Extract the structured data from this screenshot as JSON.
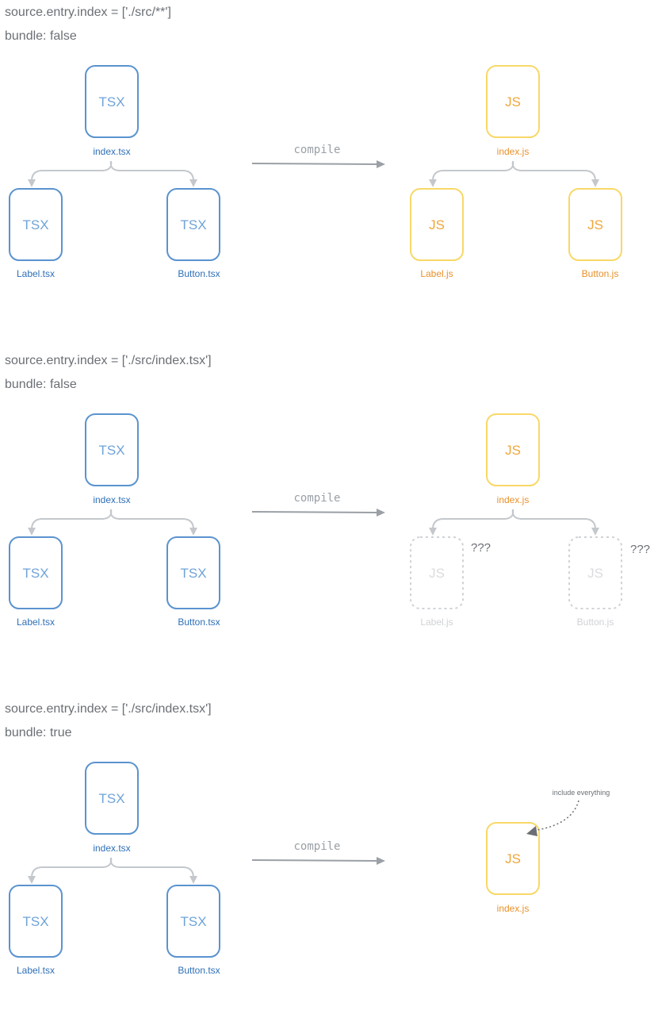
{
  "colors": {
    "tsx_stroke": "#5b93cf",
    "tsx_text": "#6fa3d8",
    "tsx_label": "#2e6fb7",
    "js_stroke": "#f8d867",
    "js_text": "#f0a63a",
    "js_label": "#e8912a",
    "ghost": "#cfd2d6",
    "arrow": "#9aa0a6",
    "branch": "#c4c8cc",
    "heading": "#6b6f75"
  },
  "sections": [
    {
      "entry_line": "source.entry.index = ['./src/**']",
      "bundle_line": "bundle: false",
      "source_tree": {
        "root": {
          "type": "TSX",
          "file": "index.tsx"
        },
        "children": [
          {
            "type": "TSX",
            "file": "Label.tsx"
          },
          {
            "type": "TSX",
            "file": "Button.tsx"
          }
        ]
      },
      "arrow_label": "compile",
      "output_tree": {
        "root": {
          "type": "JS",
          "file": "index.js"
        },
        "children": [
          {
            "type": "JS",
            "file": "Label.js"
          },
          {
            "type": "JS",
            "file": "Button.js"
          }
        ]
      }
    },
    {
      "entry_line": "source.entry.index = ['./src/index.tsx']",
      "bundle_line": "bundle: false",
      "source_tree": {
        "root": {
          "type": "TSX",
          "file": "index.tsx"
        },
        "children": [
          {
            "type": "TSX",
            "file": "Label.tsx"
          },
          {
            "type": "TSX",
            "file": "Button.tsx"
          }
        ]
      },
      "arrow_label": "compile",
      "output_tree": {
        "root": {
          "type": "JS",
          "file": "index.js"
        },
        "children": [
          {
            "type": "JS",
            "file": "Label.js",
            "missing": true,
            "mark": "???"
          },
          {
            "type": "JS",
            "file": "Button.js",
            "missing": true,
            "mark": "???"
          }
        ]
      }
    },
    {
      "entry_line": "source.entry.index = ['./src/index.tsx']",
      "bundle_line": "bundle: true",
      "source_tree": {
        "root": {
          "type": "TSX",
          "file": "index.tsx"
        },
        "children": [
          {
            "type": "TSX",
            "file": "Label.tsx"
          },
          {
            "type": "TSX",
            "file": "Button.tsx"
          }
        ]
      },
      "arrow_label": "compile",
      "output_tree": {
        "root": {
          "type": "JS",
          "file": "index.js"
        },
        "children": []
      },
      "annotation": "include everything"
    }
  ]
}
